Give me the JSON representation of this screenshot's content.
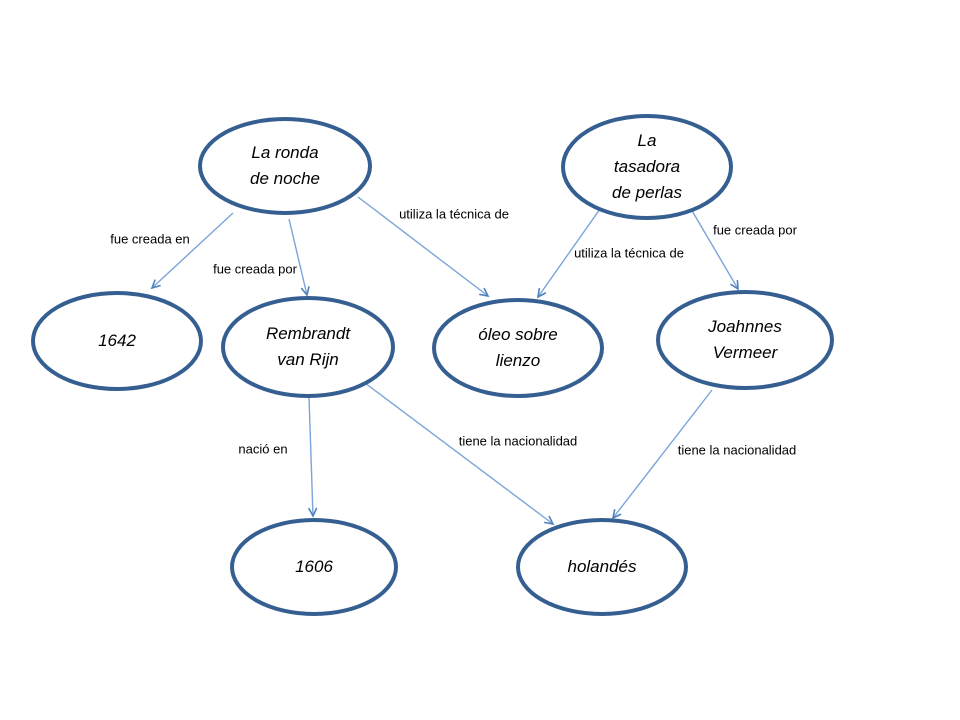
{
  "diagram": {
    "description": "Knowledge graph about two paintings, their painters, technique, dates and nationality",
    "colors": {
      "background": "#ffffff",
      "node_stroke": "#365f91",
      "node_fill": "#ffffff",
      "edge_line": "#7ba4d9",
      "arrowhead": "#4f81bd",
      "text": "#000000"
    },
    "nodes": [
      {
        "id": "la-ronda-de-noche",
        "label": "La ronda de noche",
        "lines": [
          "La ronda",
          "de noche"
        ]
      },
      {
        "id": "la-tasadora-de-perlas",
        "label": "La tasadora de perlas",
        "lines": [
          "La",
          "tasadora",
          "de perlas"
        ]
      },
      {
        "id": "1642",
        "label": "1642",
        "lines": [
          "1642"
        ]
      },
      {
        "id": "rembrandt-van-rijn",
        "label": "Rembrandt van Rijn",
        "lines": [
          "Rembrandt",
          "van Rijn"
        ]
      },
      {
        "id": "oleo-sobre-lienzo",
        "label": "óleo sobre lienzo",
        "lines": [
          "óleo sobre",
          "lienzo"
        ]
      },
      {
        "id": "joahnnes-vermeer",
        "label": "Joahnnes Vermeer",
        "lines": [
          "Joahnnes",
          "Vermeer"
        ]
      },
      {
        "id": "1606",
        "label": "1606",
        "lines": [
          "1606"
        ]
      },
      {
        "id": "holandes",
        "label": "holandés",
        "lines": [
          "holandés"
        ]
      }
    ],
    "edges": [
      {
        "from": "la-ronda-de-noche",
        "to": "1642",
        "label": "fue creada en"
      },
      {
        "from": "la-ronda-de-noche",
        "to": "rembrandt-van-rijn",
        "label": "fue creada por"
      },
      {
        "from": "la-ronda-de-noche",
        "to": "oleo-sobre-lienzo",
        "label": "utiliza la técnica de"
      },
      {
        "from": "la-tasadora-de-perlas",
        "to": "oleo-sobre-lienzo",
        "label": "utiliza la técnica de"
      },
      {
        "from": "la-tasadora-de-perlas",
        "to": "joahnnes-vermeer",
        "label": "fue creada por"
      },
      {
        "from": "rembrandt-van-rijn",
        "to": "1606",
        "label": "nació en"
      },
      {
        "from": "rembrandt-van-rijn",
        "to": "holandes",
        "label": "tiene la nacionalidad"
      },
      {
        "from": "joahnnes-vermeer",
        "to": "holandes",
        "label": "tiene la nacionalidad"
      }
    ]
  }
}
